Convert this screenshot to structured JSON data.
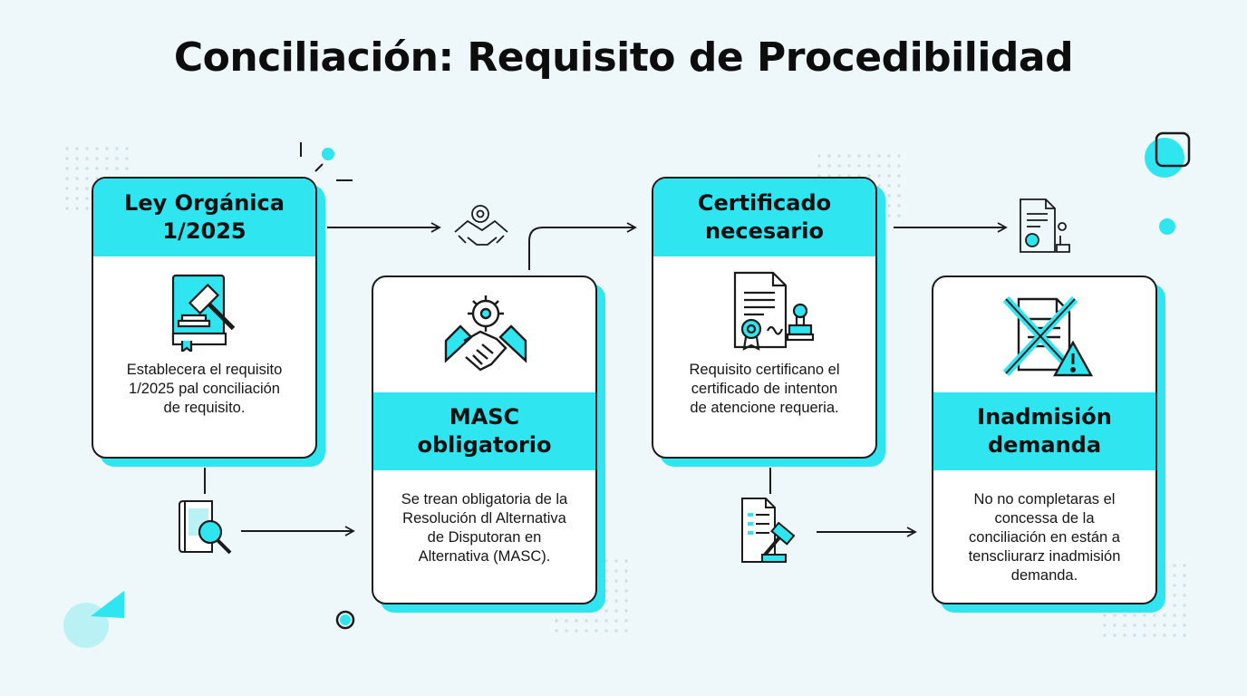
{
  "title": "Conciliación: Requisito de Procedibilidad",
  "steps": [
    {
      "heading": "Ley Orgánica\n1/2025",
      "text": "Establecera el requisito\n1/2025 pal conciliación\nde requisito.",
      "icon": "law-book-gavel-icon"
    },
    {
      "heading": "MASC\nobligatorio",
      "text": "Se trean obligatoria de la\nResolución dl Alternativa\nde Disputoran en\nAlternativa (MASC).",
      "icon": "handshake-gear-icon"
    },
    {
      "heading": "Certificado\nnecesario",
      "text": "Requisito certificano el\ncertificado de intenton\nde atencione requeria.",
      "icon": "certificate-stamp-icon"
    },
    {
      "heading": "Inadmisión\ndemanda",
      "text": "No no completaras el\nconcessa de la\nconciliación en están a\ntenscliurarz inadmisión\ndemanda.",
      "icon": "rejected-document-warning-icon"
    }
  ],
  "colors": {
    "accent": "#2ee5f0",
    "outline": "#1b1b1b",
    "background": "#eef7fa"
  }
}
